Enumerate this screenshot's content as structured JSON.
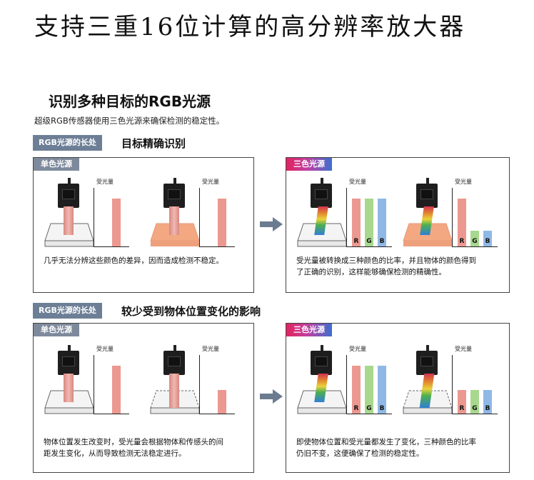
{
  "page_title": "支持三重16位计算的高分辨率放大器",
  "section_title": "识别多种目标的RGB光源",
  "intro": "超级RGB传感器使用三色光源来确保检测的稳定性。",
  "blocks": [
    {
      "badge": "RGB光源的长处",
      "heading": "目标精确识别",
      "left_panel": {
        "tab": "单色光源",
        "graph_label": "受光量",
        "caption": "几乎无法分辨这些颜色的差异，因而造成检测不稳定。",
        "scenes": [
          {
            "bar": 0.9
          },
          {
            "bar": 0.9
          }
        ]
      },
      "right_panel": {
        "tab": "三色光源",
        "graph_label": "受光量",
        "letters": [
          "R",
          "G",
          "B"
        ],
        "caption_lines": [
          "受光量被转换成三种颜色的比率，并且物体的颜色得到",
          "了正确的识别，这样能够确保检测的精确性。"
        ],
        "scenes": [
          {
            "bars": [
              0.9,
              0.9,
              0.9
            ]
          },
          {
            "bars": [
              0.9,
              0.3,
              0.3
            ]
          }
        ]
      }
    },
    {
      "badge": "RGB光源的长处",
      "heading": "较少受到物体位置变化的影响",
      "left_panel": {
        "tab": "单色光源",
        "graph_label": "受光量",
        "caption_lines": [
          "物体位置发生改变时，受光量会根据物体和传感头的间",
          "距发生变化，从而导致检测无法稳定进行。"
        ],
        "scenes": [
          {
            "bar": 0.9
          },
          {
            "bar": 0.45
          }
        ]
      },
      "right_panel": {
        "tab": "三色光源",
        "graph_label": "受光量",
        "letters": [
          "R",
          "G",
          "B"
        ],
        "caption_lines": [
          "即使物体位置和受光量都发生了变化，三种颜色的比率",
          "仍旧不变，这便确保了检测的稳定性。"
        ],
        "scenes": [
          {
            "bars": [
              0.9,
              0.9,
              0.9
            ]
          },
          {
            "bars": [
              0.45,
              0.45,
              0.45
            ]
          }
        ]
      }
    }
  ],
  "colors": {
    "badge": "#6d7f96",
    "mono_tab": "#7e8a9c",
    "bar_red": "#eb9890",
    "bar_green": "#a8d88e",
    "bar_blue": "#8fb8e6",
    "arrow": "#6c7c90"
  },
  "icons": [
    "sensor-head-icon",
    "arrow-right-icon"
  ]
}
